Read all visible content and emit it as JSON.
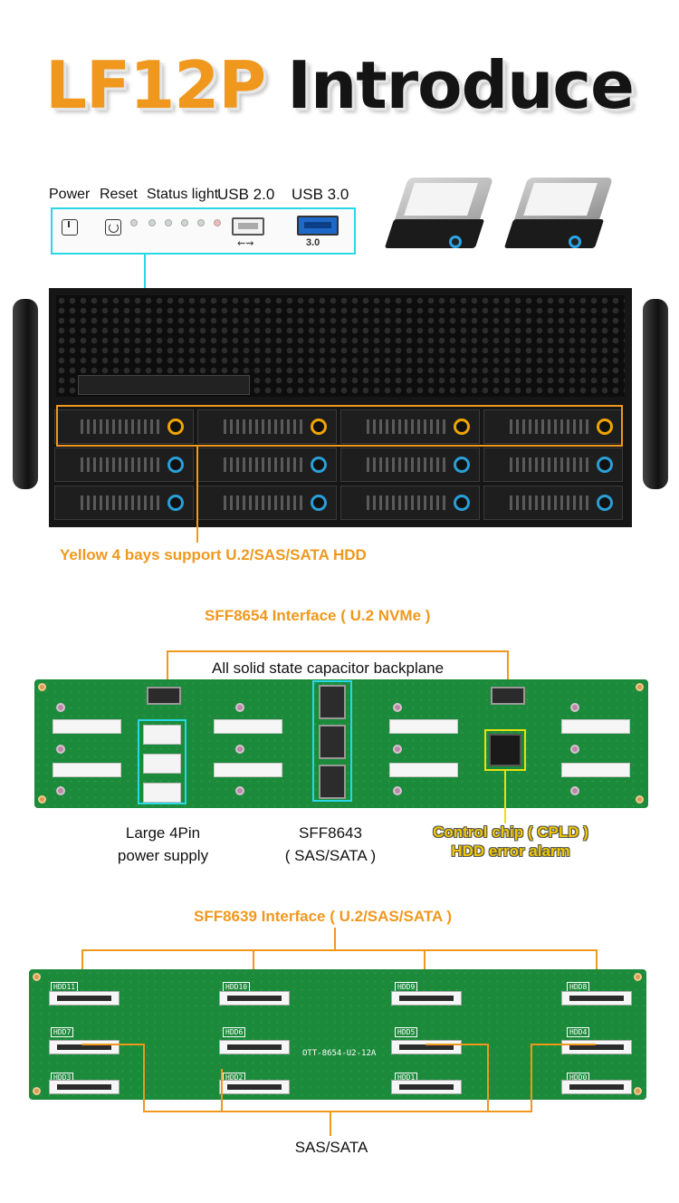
{
  "title": {
    "model": "LF12P",
    "word": "Introduce"
  },
  "front_panel": {
    "labels": {
      "power": "Power",
      "reset": "Reset",
      "status_light": "Status light",
      "usb2": "USB 2.0",
      "usb3": "USB 3.0"
    },
    "usb3_marking": "3.0"
  },
  "callouts": {
    "yellow_bays": "Yellow 4 bays support U.2/SAS/SATA HDD",
    "sff8654": "SFF8654 Interface ( U.2 NVMe )",
    "capacitor": "All solid state capacitor backplane",
    "power_line1": "Large 4Pin",
    "power_line2": "power supply",
    "sff8643_line1": "SFF8643",
    "sff8643_line2": "( SAS/SATA )",
    "cpld_line1": "Control chip ( CPLD )",
    "cpld_line2": "HDD error alarm",
    "sff8639": "SFF8639 Interface ( U.2/SAS/SATA )",
    "sas_sata": "SAS/SATA"
  },
  "board2": {
    "tags": [
      "HDD11",
      "HDD10",
      "HDD9",
      "HDD8",
      "HDD7",
      "HDD6",
      "HDD5",
      "HDD4",
      "HDD3",
      "HDD2",
      "HDD1",
      "HDD0"
    ],
    "silkscreen": "OTT-8654-U2-12A"
  },
  "colors": {
    "accent_orange": "#f0981e",
    "callout_cyan": "#2ad7e6",
    "cpld_yellow": "#f0c800",
    "pcb_green": "#1b8a3a"
  }
}
